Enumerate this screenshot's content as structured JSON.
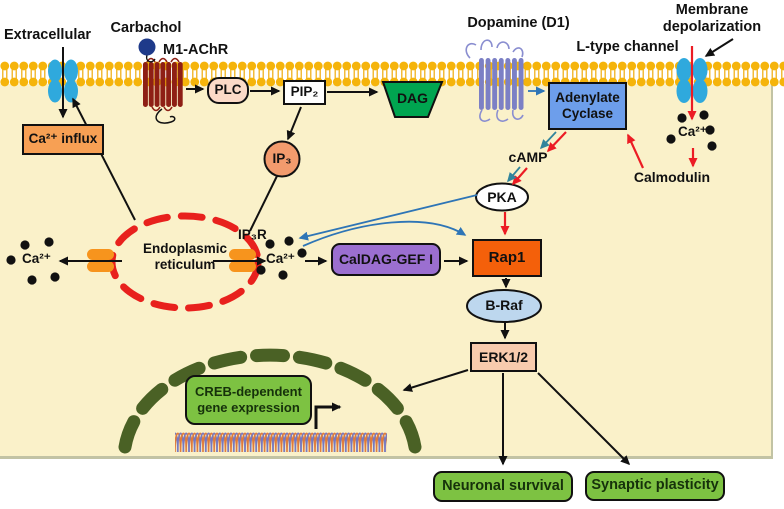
{
  "colors": {
    "cell_fill": "#FAF1C9",
    "membrane_gold": "#F5B40B",
    "channel_blue": "#2FA9DD",
    "m1_receptor_maroon": "#8E1F15",
    "d1_receptor_slate": "#7C80C5",
    "carbachol_navy": "#1E3A8A",
    "plc_fill": "#FBDAC7",
    "dag_green": "#00A550",
    "ip3_fill": "#F29B6D",
    "ca_influx_fill": "#F7A054",
    "er_dashed_red": "#E8211D",
    "er_channel_orange": "#F7941D",
    "caldag_purple": "#9B6FD0",
    "rap1_orange": "#F4600A",
    "adenylate_cyclase_blue": "#6D9EEB",
    "braf_fill": "#BDD7EE",
    "erk_fill": "#F8CBAD",
    "green_box_fill": "#7DC242",
    "nucleus_olive": "#4A6125",
    "dna_orange": "#E07B39",
    "dna_blue": "#7678C0",
    "arrow_black": "#111111",
    "arrow_red": "#EC1C24",
    "arrow_blue": "#2E75B6",
    "arrow_teal": "#31859C"
  },
  "labels": {
    "extracellular": "Extracellular",
    "carbachol": "Carbachol",
    "m1_achr": "M1-AChR",
    "dopamine_d1": "Dopamine (D1)",
    "l_type_channel": "L-type channel",
    "membrane_depolarization": "Membrane depolarization",
    "plc": "PLC",
    "pip2": "PIP₂",
    "dag": "DAG",
    "ip3": "IP₃",
    "ip3r": "IP₃R",
    "ca_influx": "Ca²⁺ influx",
    "ca": "Ca²⁺",
    "er": "Endoplasmic reticulum",
    "caldag_gef": "CalDAG-GEF I",
    "rap1": "Rap1",
    "pka": "PKA",
    "camp": "cAMP",
    "adenylate_cyclase": "Adenylate Cyclase",
    "calmodulin": "Calmodulin",
    "braf": "B-Raf",
    "erk": "ERK1/2",
    "creb": "CREB-dependent gene expression",
    "neuronal_survival": "Neuronal survival",
    "synaptic_plasticity": "Synaptic plasticity"
  }
}
